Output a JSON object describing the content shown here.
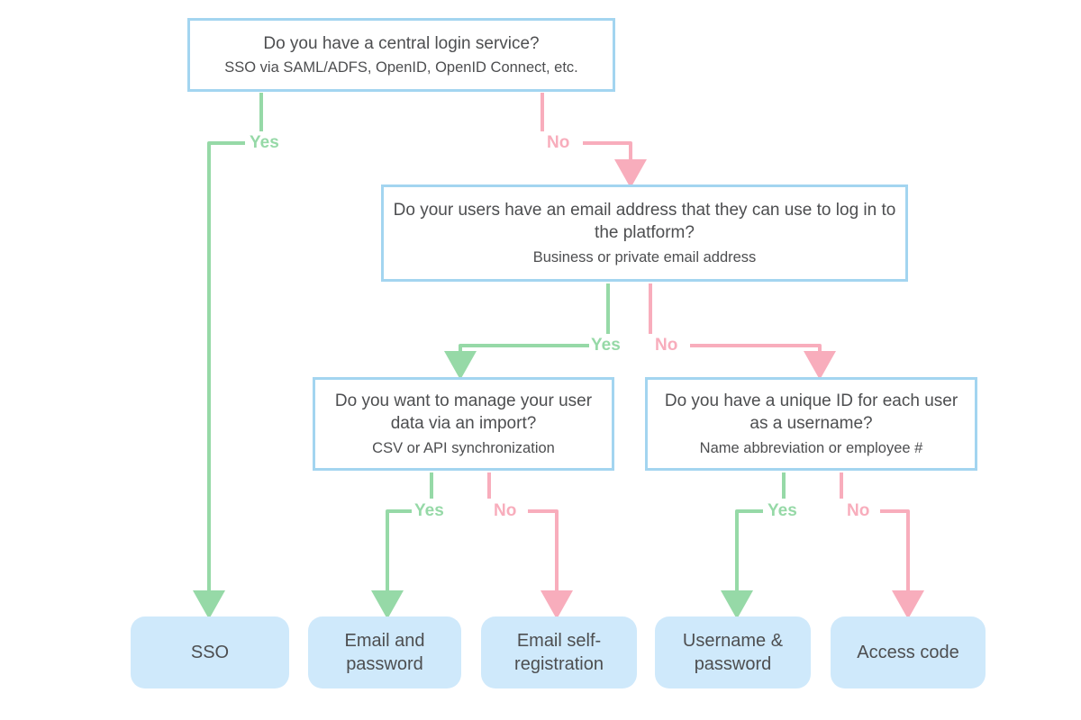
{
  "diagram": {
    "colors": {
      "yes_green": "#96d9a7",
      "no_pink": "#f8adbc",
      "box_border_blue": "#a3d5f0",
      "result_fill_blue": "#cfe9fb",
      "text": "#4d4e50"
    },
    "decisions": [
      {
        "id": "central-login",
        "title": "Do you have a central login service?",
        "subtitle": "SSO via SAML/ADFS, OpenID, OpenID Connect, etc."
      },
      {
        "id": "email-address",
        "title": "Do your users have an email address that they can use to log in to the platform?",
        "subtitle": "Business or private email address"
      },
      {
        "id": "manage-import",
        "title": "Do you want to manage your user data via an import?",
        "subtitle": "CSV or API synchronization"
      },
      {
        "id": "unique-id",
        "title": "Do you have a unique ID for each user as a username?",
        "subtitle": "Name abbreviation or employee #"
      }
    ],
    "results": [
      {
        "id": "sso",
        "label": "SSO"
      },
      {
        "id": "email-password",
        "label": "Email and password"
      },
      {
        "id": "email-self-registration",
        "label": "Email self-registration"
      },
      {
        "id": "username-password",
        "label": "Username & password"
      },
      {
        "id": "access-code",
        "label": "Access code"
      }
    ],
    "edges": [
      {
        "from": "central-login",
        "label": "Yes",
        "to": "sso"
      },
      {
        "from": "central-login",
        "label": "No",
        "to": "email-address"
      },
      {
        "from": "email-address",
        "label": "Yes",
        "to": "manage-import"
      },
      {
        "from": "email-address",
        "label": "No",
        "to": "unique-id"
      },
      {
        "from": "manage-import",
        "label": "Yes",
        "to": "email-password"
      },
      {
        "from": "manage-import",
        "label": "No",
        "to": "email-self-registration"
      },
      {
        "from": "unique-id",
        "label": "Yes",
        "to": "username-password"
      },
      {
        "from": "unique-id",
        "label": "No",
        "to": "access-code"
      }
    ]
  }
}
